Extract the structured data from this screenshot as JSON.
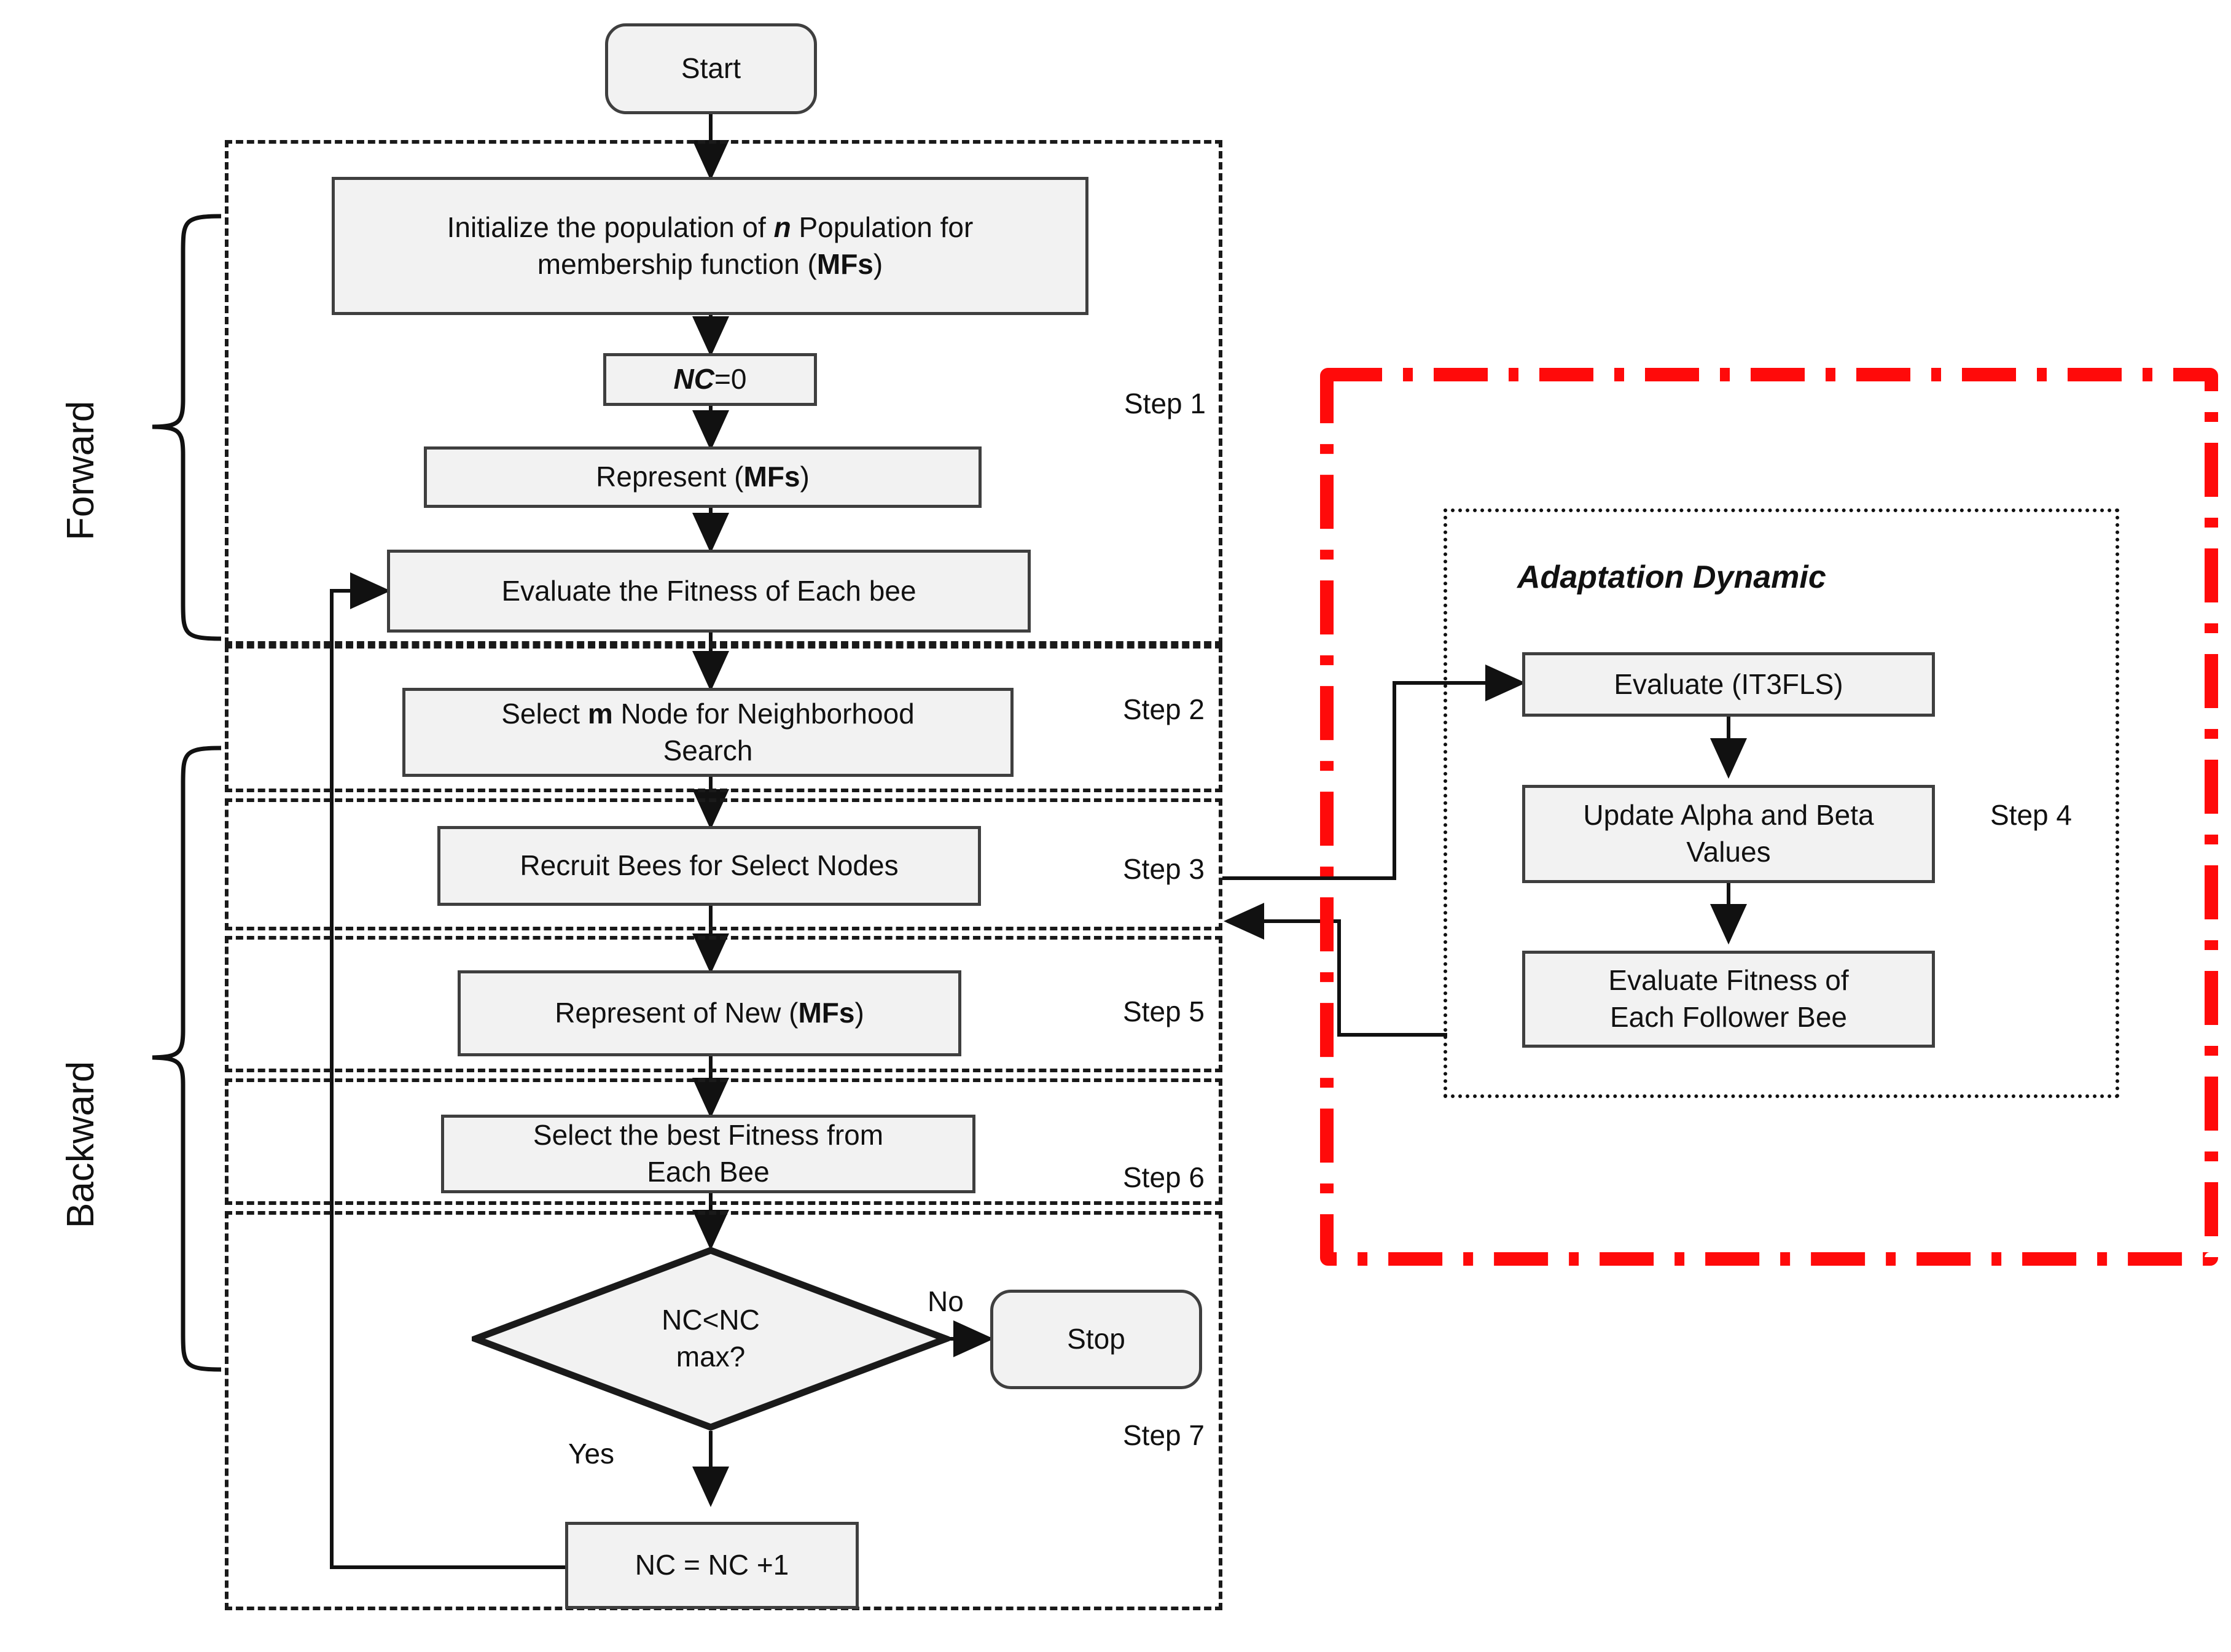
{
  "diagram": {
    "title_right_panel": "Adaptation Dynamic",
    "colors": {
      "red_accent": "#FF0A0A",
      "node_fill": "#F2F2F2",
      "node_border": "#3F3F3F",
      "line": "#111111"
    }
  },
  "side_labels": {
    "forward": "Forward",
    "backward": "Backward"
  },
  "nodes": {
    "start": "Start",
    "initialize": "Initialize the population of n  Population for membership function  (MFs)",
    "initialize_line1_pre": "Initialize the population of ",
    "initialize_italic": "n",
    "initialize_line1_post": "  Population for",
    "initialize_line2_pre": "membership function  (",
    "initialize_line2_bold": "MFs",
    "initialize_line2_post": ")",
    "nc_zero": "NC=0",
    "nc_zero_italic": "NC",
    "nc_zero_rest": "=0",
    "represent_pre": "Represent (",
    "represent_bold": "MFs",
    "represent_post": ")",
    "evaluate_fitness": "Evaluate the Fitness of Each bee",
    "select_m_pre": "Select ",
    "select_m_bold": "m",
    "select_m_post": " Node for Neighborhood",
    "select_m_line2": "Search",
    "recruit_bees": "Recruit Bees for Select Nodes",
    "represent_new_pre": "Represent  of New (",
    "represent_new_bold": "MFs",
    "represent_new_post": ")",
    "select_best_line1": "Select the best Fitness from",
    "select_best_line2": "Each Bee",
    "decision_line1": "NC<NC",
    "decision_line2": "max?",
    "stop": "Stop",
    "nc_increment": "NC = NC +1",
    "evaluate_it3fls": "Evaluate (IT3FLS)",
    "update_alpha_beta_line1": "Update Alpha and Beta",
    "update_alpha_beta_line2": "Values",
    "evaluate_follower_line1": "Evaluate Fitness of",
    "evaluate_follower_line2": "Each Follower Bee"
  },
  "step_labels": {
    "step1": "Step 1",
    "step2": "Step 2",
    "step3": "Step 3",
    "step4": "Step 4",
    "step5": "Step 5",
    "step6": "Step 6",
    "step7": "Step 7"
  },
  "edge_labels": {
    "no": "No",
    "yes": "Yes"
  }
}
